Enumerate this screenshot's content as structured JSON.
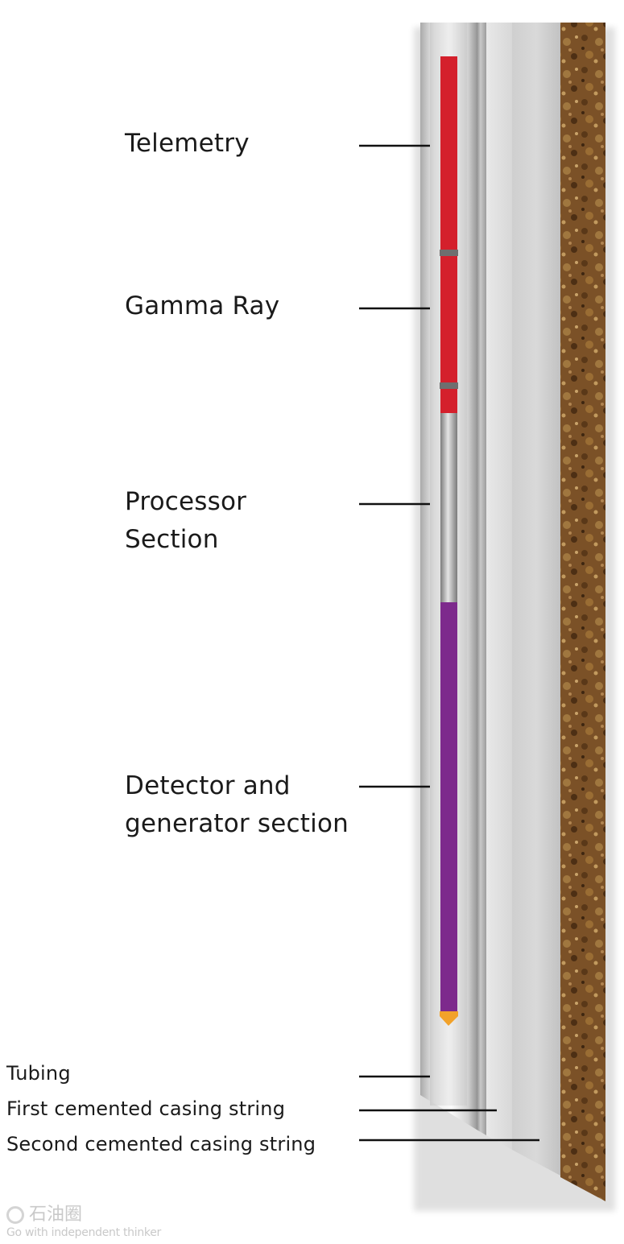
{
  "labels": {
    "telemetry": "Telemetry",
    "gamma_ray": "Gamma Ray",
    "processor_line1": "Processor",
    "processor_line2": "Section",
    "detector_line1": "Detector and",
    "detector_line2": "generator section",
    "tubing": "Tubing",
    "first_casing": "First cemented casing string",
    "second_casing": "Second cemented casing string"
  },
  "watermark": {
    "name": "石油圈",
    "slogan": "Go with independent thinker"
  },
  "colors": {
    "telemetry_gamma": "#d4202c",
    "processor": "#b9b9b9",
    "detector": "#7d2a8c",
    "tool_tip": "#f2a22a",
    "formation": "#7a5228",
    "cement": "#dcdcdc"
  }
}
